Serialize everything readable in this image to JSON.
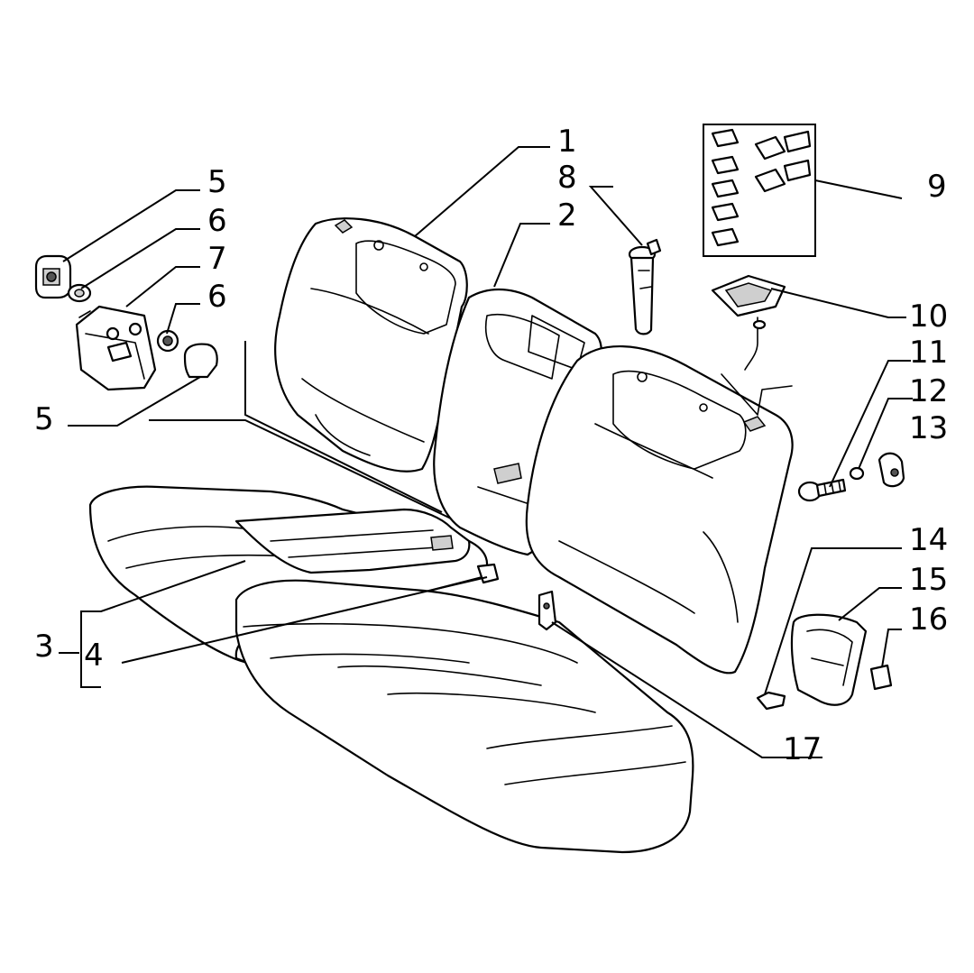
{
  "callouts": [
    {
      "id": "c1",
      "text": "1"
    },
    {
      "id": "c2",
      "text": "2"
    },
    {
      "id": "c3",
      "text": "3"
    },
    {
      "id": "c4",
      "text": "4"
    },
    {
      "id": "c5a",
      "text": "5"
    },
    {
      "id": "c5b",
      "text": "5"
    },
    {
      "id": "c6a",
      "text": "6"
    },
    {
      "id": "c6b",
      "text": "6"
    },
    {
      "id": "c7",
      "text": "7"
    },
    {
      "id": "c8",
      "text": "8"
    },
    {
      "id": "c9",
      "text": "9"
    },
    {
      "id": "c10",
      "text": "10"
    },
    {
      "id": "c11",
      "text": "11"
    },
    {
      "id": "c12",
      "text": "12"
    },
    {
      "id": "c13",
      "text": "13"
    },
    {
      "id": "c14",
      "text": "14"
    },
    {
      "id": "c15",
      "text": "15"
    },
    {
      "id": "c16",
      "text": "16"
    },
    {
      "id": "c17",
      "text": "17"
    }
  ]
}
